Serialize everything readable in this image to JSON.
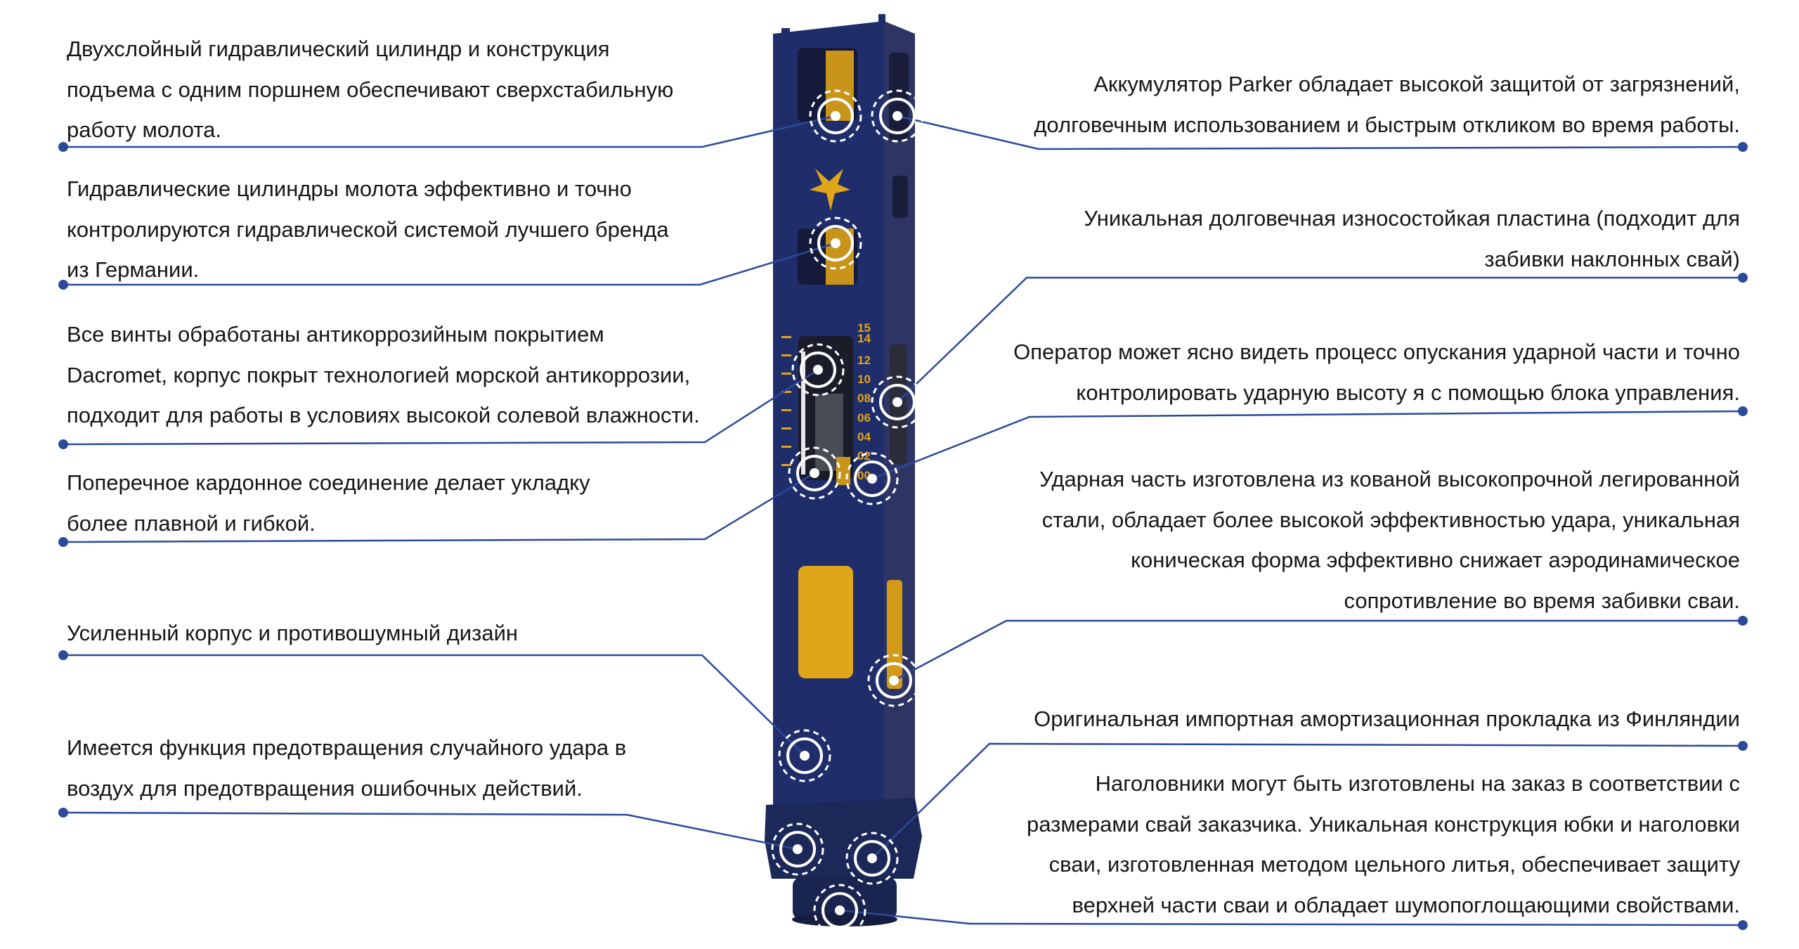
{
  "colors": {
    "body": "#1f2d6b",
    "side": "#2a3462",
    "accent": "#e0a51a",
    "leader": "#2c4a9a"
  },
  "left_callouts": [
    {
      "lines": [
        "Двухслойный гидравлический цилиндр и конструкция",
        "подъема с одним поршнем обеспечивают сверхстабильную",
        "работу молота."
      ]
    },
    {
      "lines": [
        "Гидравлические цилиндры молота эффективно и точно",
        "контролируются гидравлической системой лучшего бренда",
        "из Германии."
      ]
    },
    {
      "lines": [
        "Все винты обработаны антикоррозийным покрытием",
        "Dacromet, корпус покрыт технологией морской антикоррозии,",
        "подходит для работы в условиях высокой солевой влажности."
      ]
    },
    {
      "lines": [
        "Поперечное кардонное соединение делает укладку",
        "более плавной и гибкой."
      ]
    },
    {
      "lines": [
        "Усиленный корпус и противошумный дизайн"
      ]
    },
    {
      "lines": [
        "Имеется функция предотвращения случайного удара в",
        "воздух для предотвращения ошибочных действий."
      ]
    }
  ],
  "right_callouts": [
    {
      "lines": [
        "Аккумулятор Parker обладает высокой защитой от загрязнений,",
        "долговечным использованием и быстрым откликом во время работы."
      ]
    },
    {
      "lines": [
        "Уникальная долговечная износостойкая пластина (подходит для",
        "забивки наклонных свай)"
      ]
    },
    {
      "lines": [
        "Оператор может ясно видеть процесс опускания ударной части и точно",
        "контролировать ударную высоту я с помощью блока управления."
      ]
    },
    {
      "lines": [
        "Ударная часть изготовлена из кованой высокопрочной легированной",
        "стали, обладает более высокой эффективностью удара, уникальная",
        "коническая форма эффективно снижает аэродинамическое",
        "сопротивление во время забивки сваи."
      ]
    },
    {
      "lines": [
        "Оригинальная импортная амортизационная прокладка из Финляндии"
      ]
    },
    {
      "lines": [
        "Наголовники могут быть изготовлены на заказ в соответствии с",
        "размерами свай заказчика. Уникальная конструкция юбки и наголовки",
        "сваи, изготовленная методом цельного литья, обеспечивает защиту",
        "верхней части сваи и обладает шумопоглощающими свойствами."
      ]
    }
  ],
  "gauge_scale": [
    "15",
    "14",
    "12",
    "10",
    "08",
    "06",
    "04",
    "02",
    "00"
  ]
}
